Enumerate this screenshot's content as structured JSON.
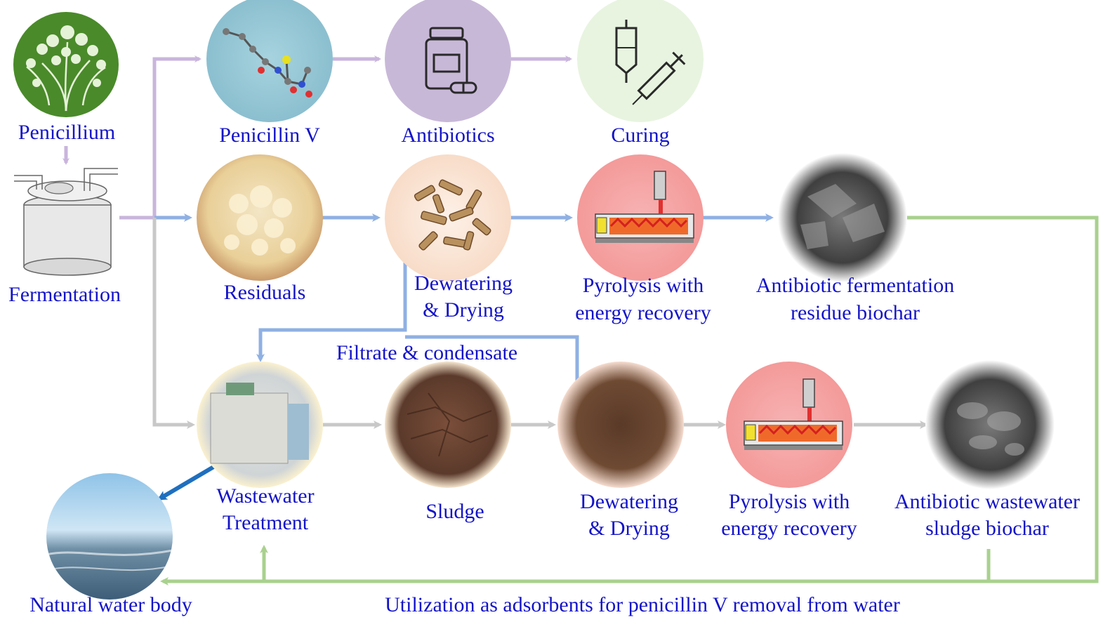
{
  "labels": {
    "penicillium": "Penicillium",
    "fermentation": "Fermentation",
    "penicillin_v": "Penicillin V",
    "antibiotics": "Antibiotics",
    "curing": "Curing",
    "residuals": "Residuals",
    "dewatering_top_1": "Dewatering",
    "dewatering_top_2": "& Drying",
    "pyrolysis_top_1": "Pyrolysis with",
    "pyrolysis_top_2": "energy recovery",
    "afr_biochar_1": "Antibiotic fermentation",
    "afr_biochar_2": "residue biochar",
    "filtrate": "Filtrate & condensate",
    "wastewater_1": "Wastewater",
    "wastewater_2": "Treatment",
    "sludge": "Sludge",
    "dewatering_bot_1": "Dewatering",
    "dewatering_bot_2": "& Drying",
    "pyrolysis_bot_1": "Pyrolysis with",
    "pyrolysis_bot_2": "energy recovery",
    "aws_biochar_1": "Antibiotic wastewater",
    "aws_biochar_2": "sludge biochar",
    "natural_water": "Natural water body",
    "utilization": "Utilization as adsorbents for penicillin V removal from water"
  },
  "colors": {
    "text": "#1414c8",
    "arrow_purple": "#c9b5dc",
    "arrow_blue": "#8fb0e3",
    "arrow_gray": "#c8c8c8",
    "arrow_green": "#a9d18e",
    "arrow_darkblue": "#1f6fbf"
  }
}
